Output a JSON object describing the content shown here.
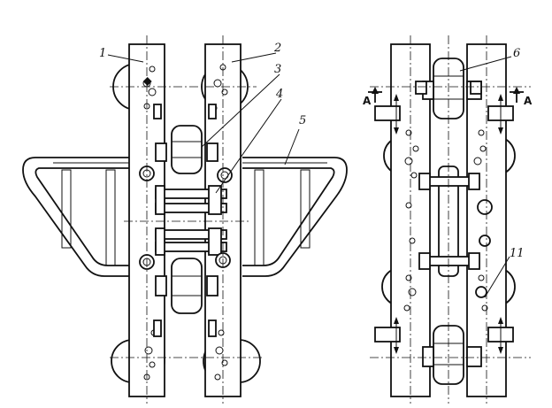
{
  "callouts": {
    "c1": "1",
    "c2": "2",
    "c3": "3",
    "c4": "4",
    "c5": "5",
    "c6": "6",
    "c11": "11"
  },
  "section_marks": {
    "left": "A",
    "right": "A"
  }
}
